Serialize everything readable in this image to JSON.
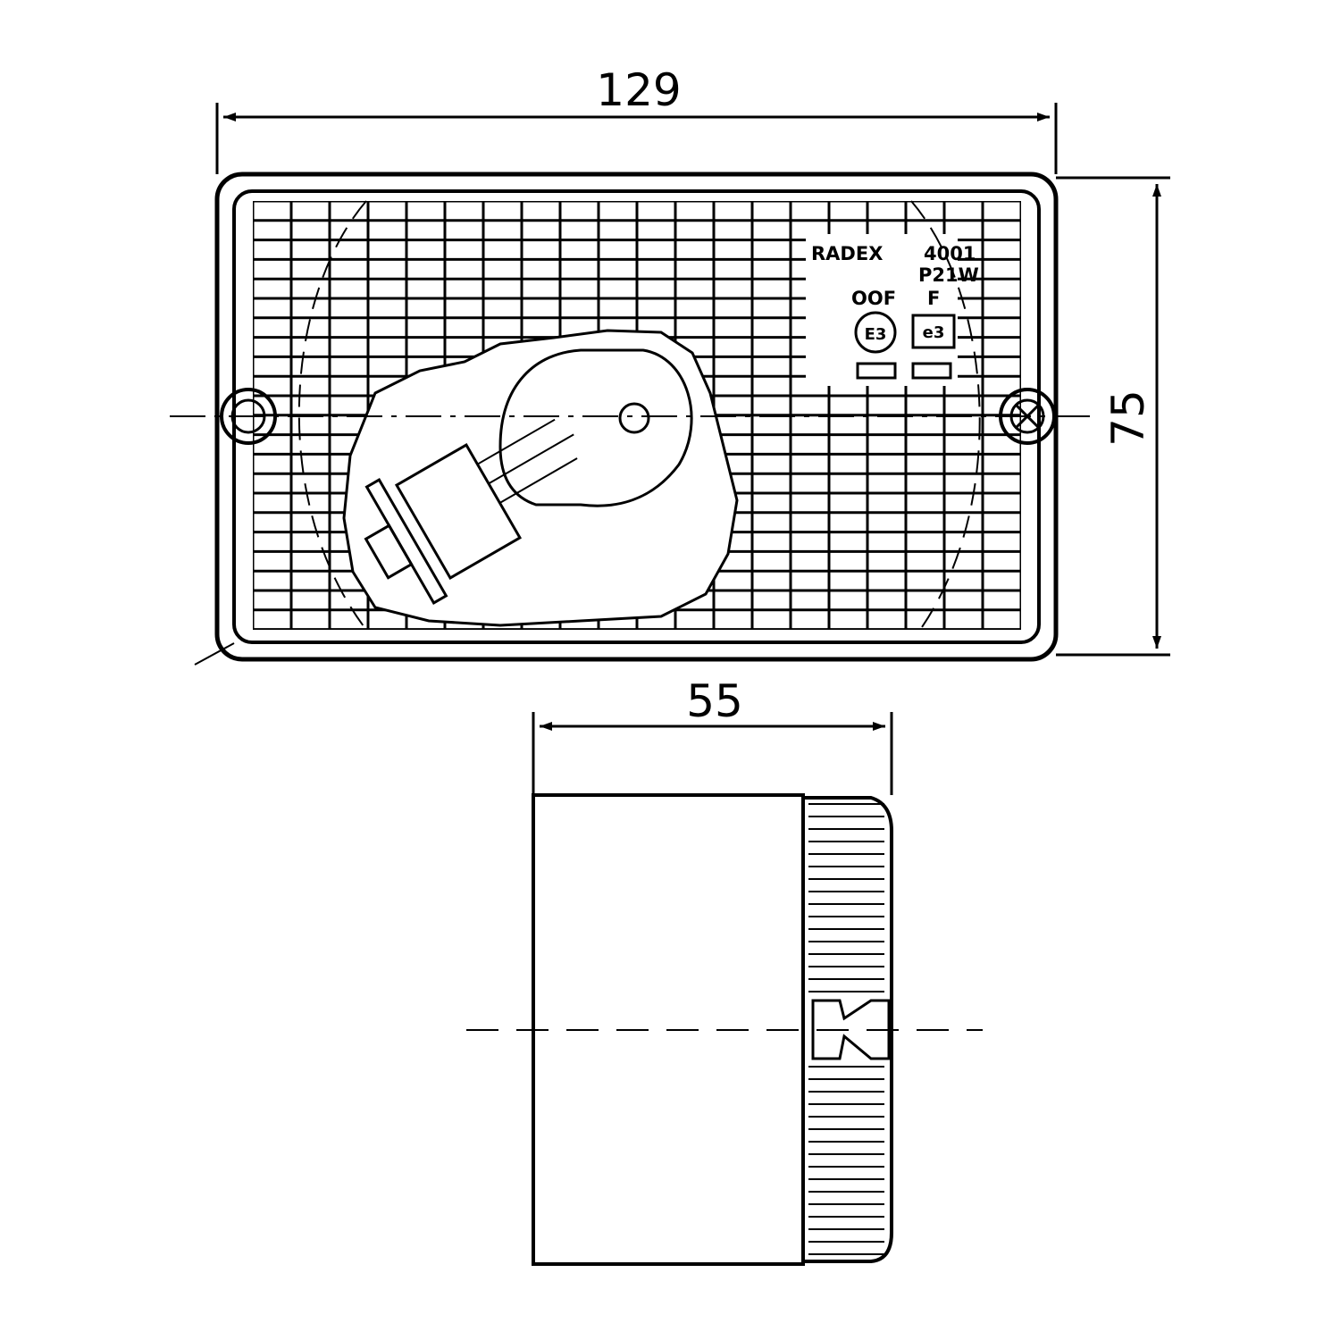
{
  "dimensions": {
    "width": "129",
    "height": "75",
    "depth": "55"
  },
  "lens_markings": {
    "brand": "RADEX",
    "model": "4001",
    "bulb": "P21W",
    "code_left": "OOF",
    "code_right": "F",
    "approval_circle": "E3",
    "approval_box": "e3"
  },
  "colors": {
    "line": "#000000",
    "background": "#ffffff"
  }
}
